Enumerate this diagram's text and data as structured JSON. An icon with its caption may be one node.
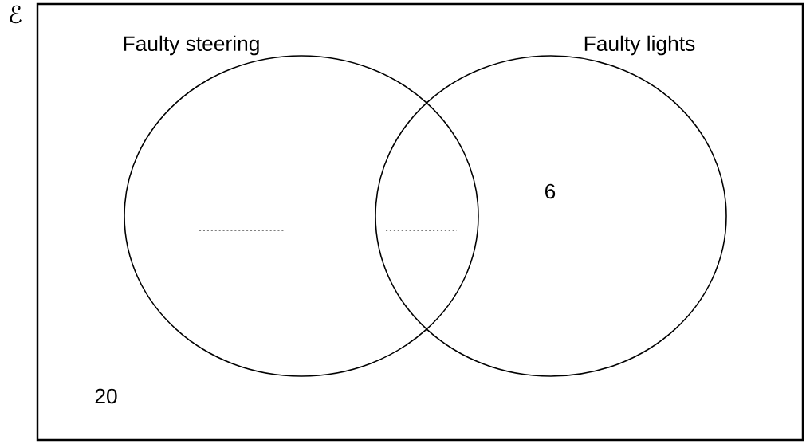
{
  "diagram": {
    "nodes": [
      {
        "text": [
          "ℰ"
        ]
      },
      {
        "text": [
          "Faulty steering"
        ],
        "in": 0
      },
      {
        "text": [
          "Faulty lights"
        ],
        "in": 0
      }
    ],
    "labels": [
      "6",
      "20"
    ]
  }
}
